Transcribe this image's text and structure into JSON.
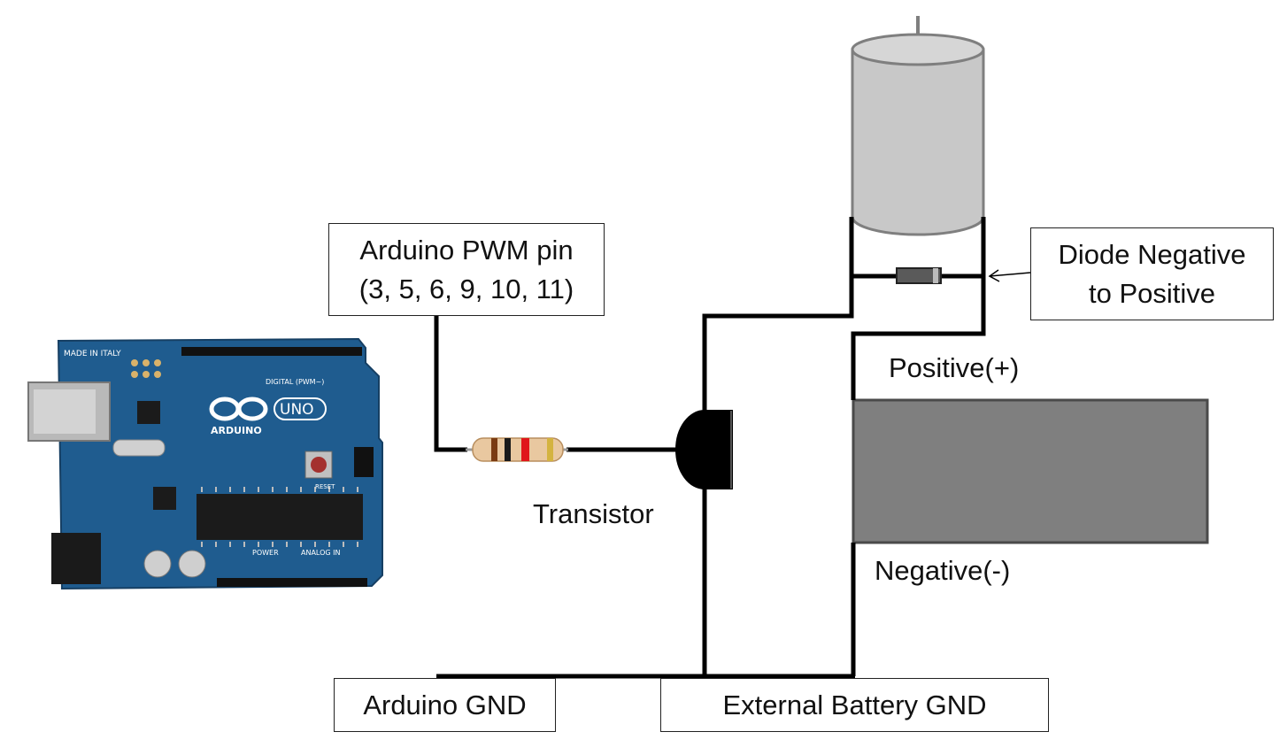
{
  "labels": {
    "pwm_pin_line1": "Arduino PWM pin",
    "pwm_pin_line2": "(3, 5, 6, 9, 10, 11)",
    "diode_line1": "Diode Negative",
    "diode_line2": "to Positive",
    "positive": "Positive(+)",
    "negative": "Negative(-)",
    "transistor": "Transistor",
    "arduino_gnd": "Arduino GND",
    "battery_gnd": "External Battery GND"
  },
  "board": {
    "made_in": "MADE IN ITALY",
    "brand": "ARDUINO",
    "model": "UNO",
    "header_digital": "DIGITAL (PWM~)",
    "header_power": "POWER",
    "header_analog": "ANALOG IN",
    "reset": "RESET"
  },
  "colors": {
    "wire": "#000000",
    "motor": "#c8c8c8",
    "battery": "#7f7f7f",
    "board": "#1f5c8f",
    "resistor_body": "#e9c8a0"
  }
}
